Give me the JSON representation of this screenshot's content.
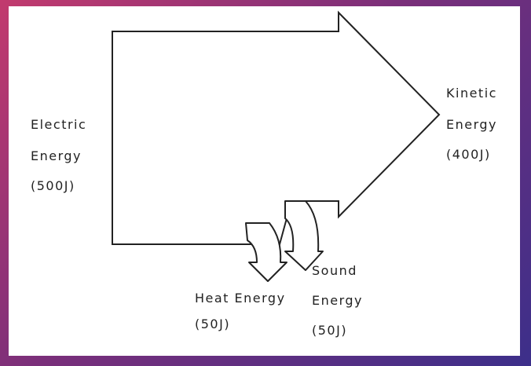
{
  "labels": {
    "electric": {
      "line1": "Electric",
      "line2": "Energy",
      "line3": "(500J)"
    },
    "kinetic": {
      "line1": "Kinetic",
      "line2": "Energy",
      "line3": "(400J)"
    },
    "heat": {
      "line1": "Heat Energy",
      "line2": "(50J)"
    },
    "sound": {
      "line1": "Sound",
      "line2": "Energy",
      "line3": "(50J)"
    }
  },
  "colors": {
    "stroke": "#222222",
    "background_gradient_start": "#c23a6e",
    "background_gradient_end": "#3c2f8a",
    "canvas": "#ffffff"
  }
}
